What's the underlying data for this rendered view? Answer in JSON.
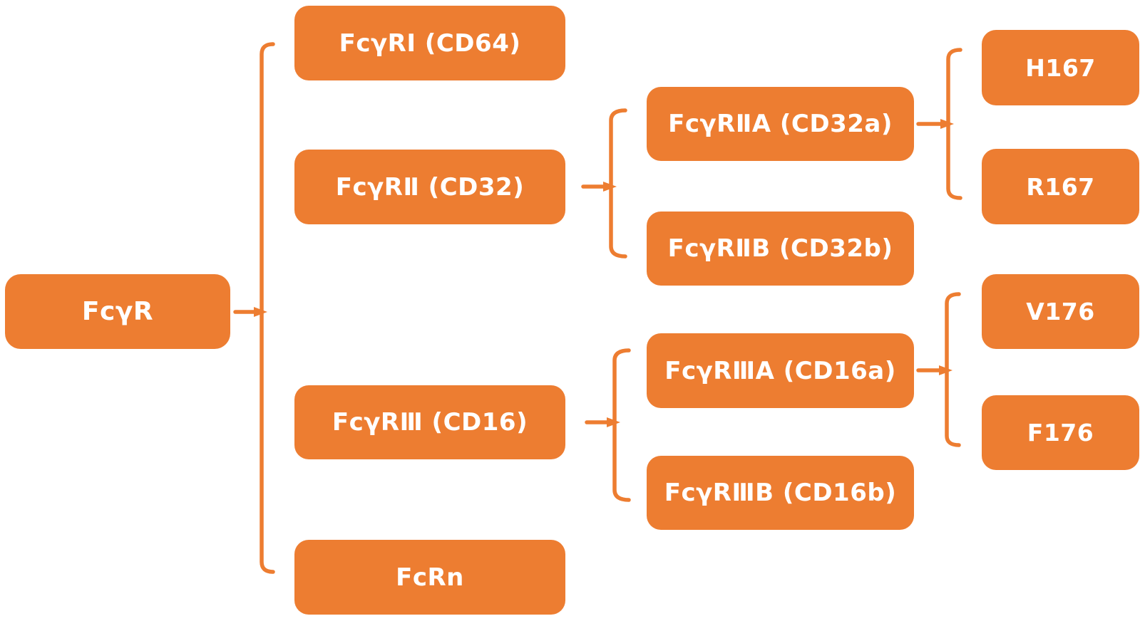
{
  "diagram": {
    "type": "hierarchy-tree",
    "orientation": "left-to-right",
    "colors": {
      "node_fill": "#ED7D31",
      "connector": "#ED7D31",
      "node_text": "#FFFFFF",
      "background": "#FFFFFF"
    },
    "tree": {
      "label": "FcγR",
      "children": [
        {
          "label": "FcγRⅠ（CD64）",
          "children": []
        },
        {
          "label": "FcγRⅡ（CD32）",
          "children": [
            {
              "label": "FcγRⅡA（CD32a）",
              "children": [
                {
                  "label": "H167",
                  "children": []
                },
                {
                  "label": "R167",
                  "children": []
                }
              ]
            },
            {
              "label": "FcγRⅡB（CD32b）",
              "children": []
            }
          ]
        },
        {
          "label": "FcγRⅢ（CD16）",
          "children": [
            {
              "label": "FcγRⅢA（CD16a）",
              "children": [
                {
                  "label": "V176",
                  "children": []
                },
                {
                  "label": "F176",
                  "children": []
                }
              ]
            },
            {
              "label": "FcγRⅢB（CD16b）",
              "children": []
            }
          ]
        },
        {
          "label": "FcRn",
          "children": []
        }
      ]
    }
  }
}
